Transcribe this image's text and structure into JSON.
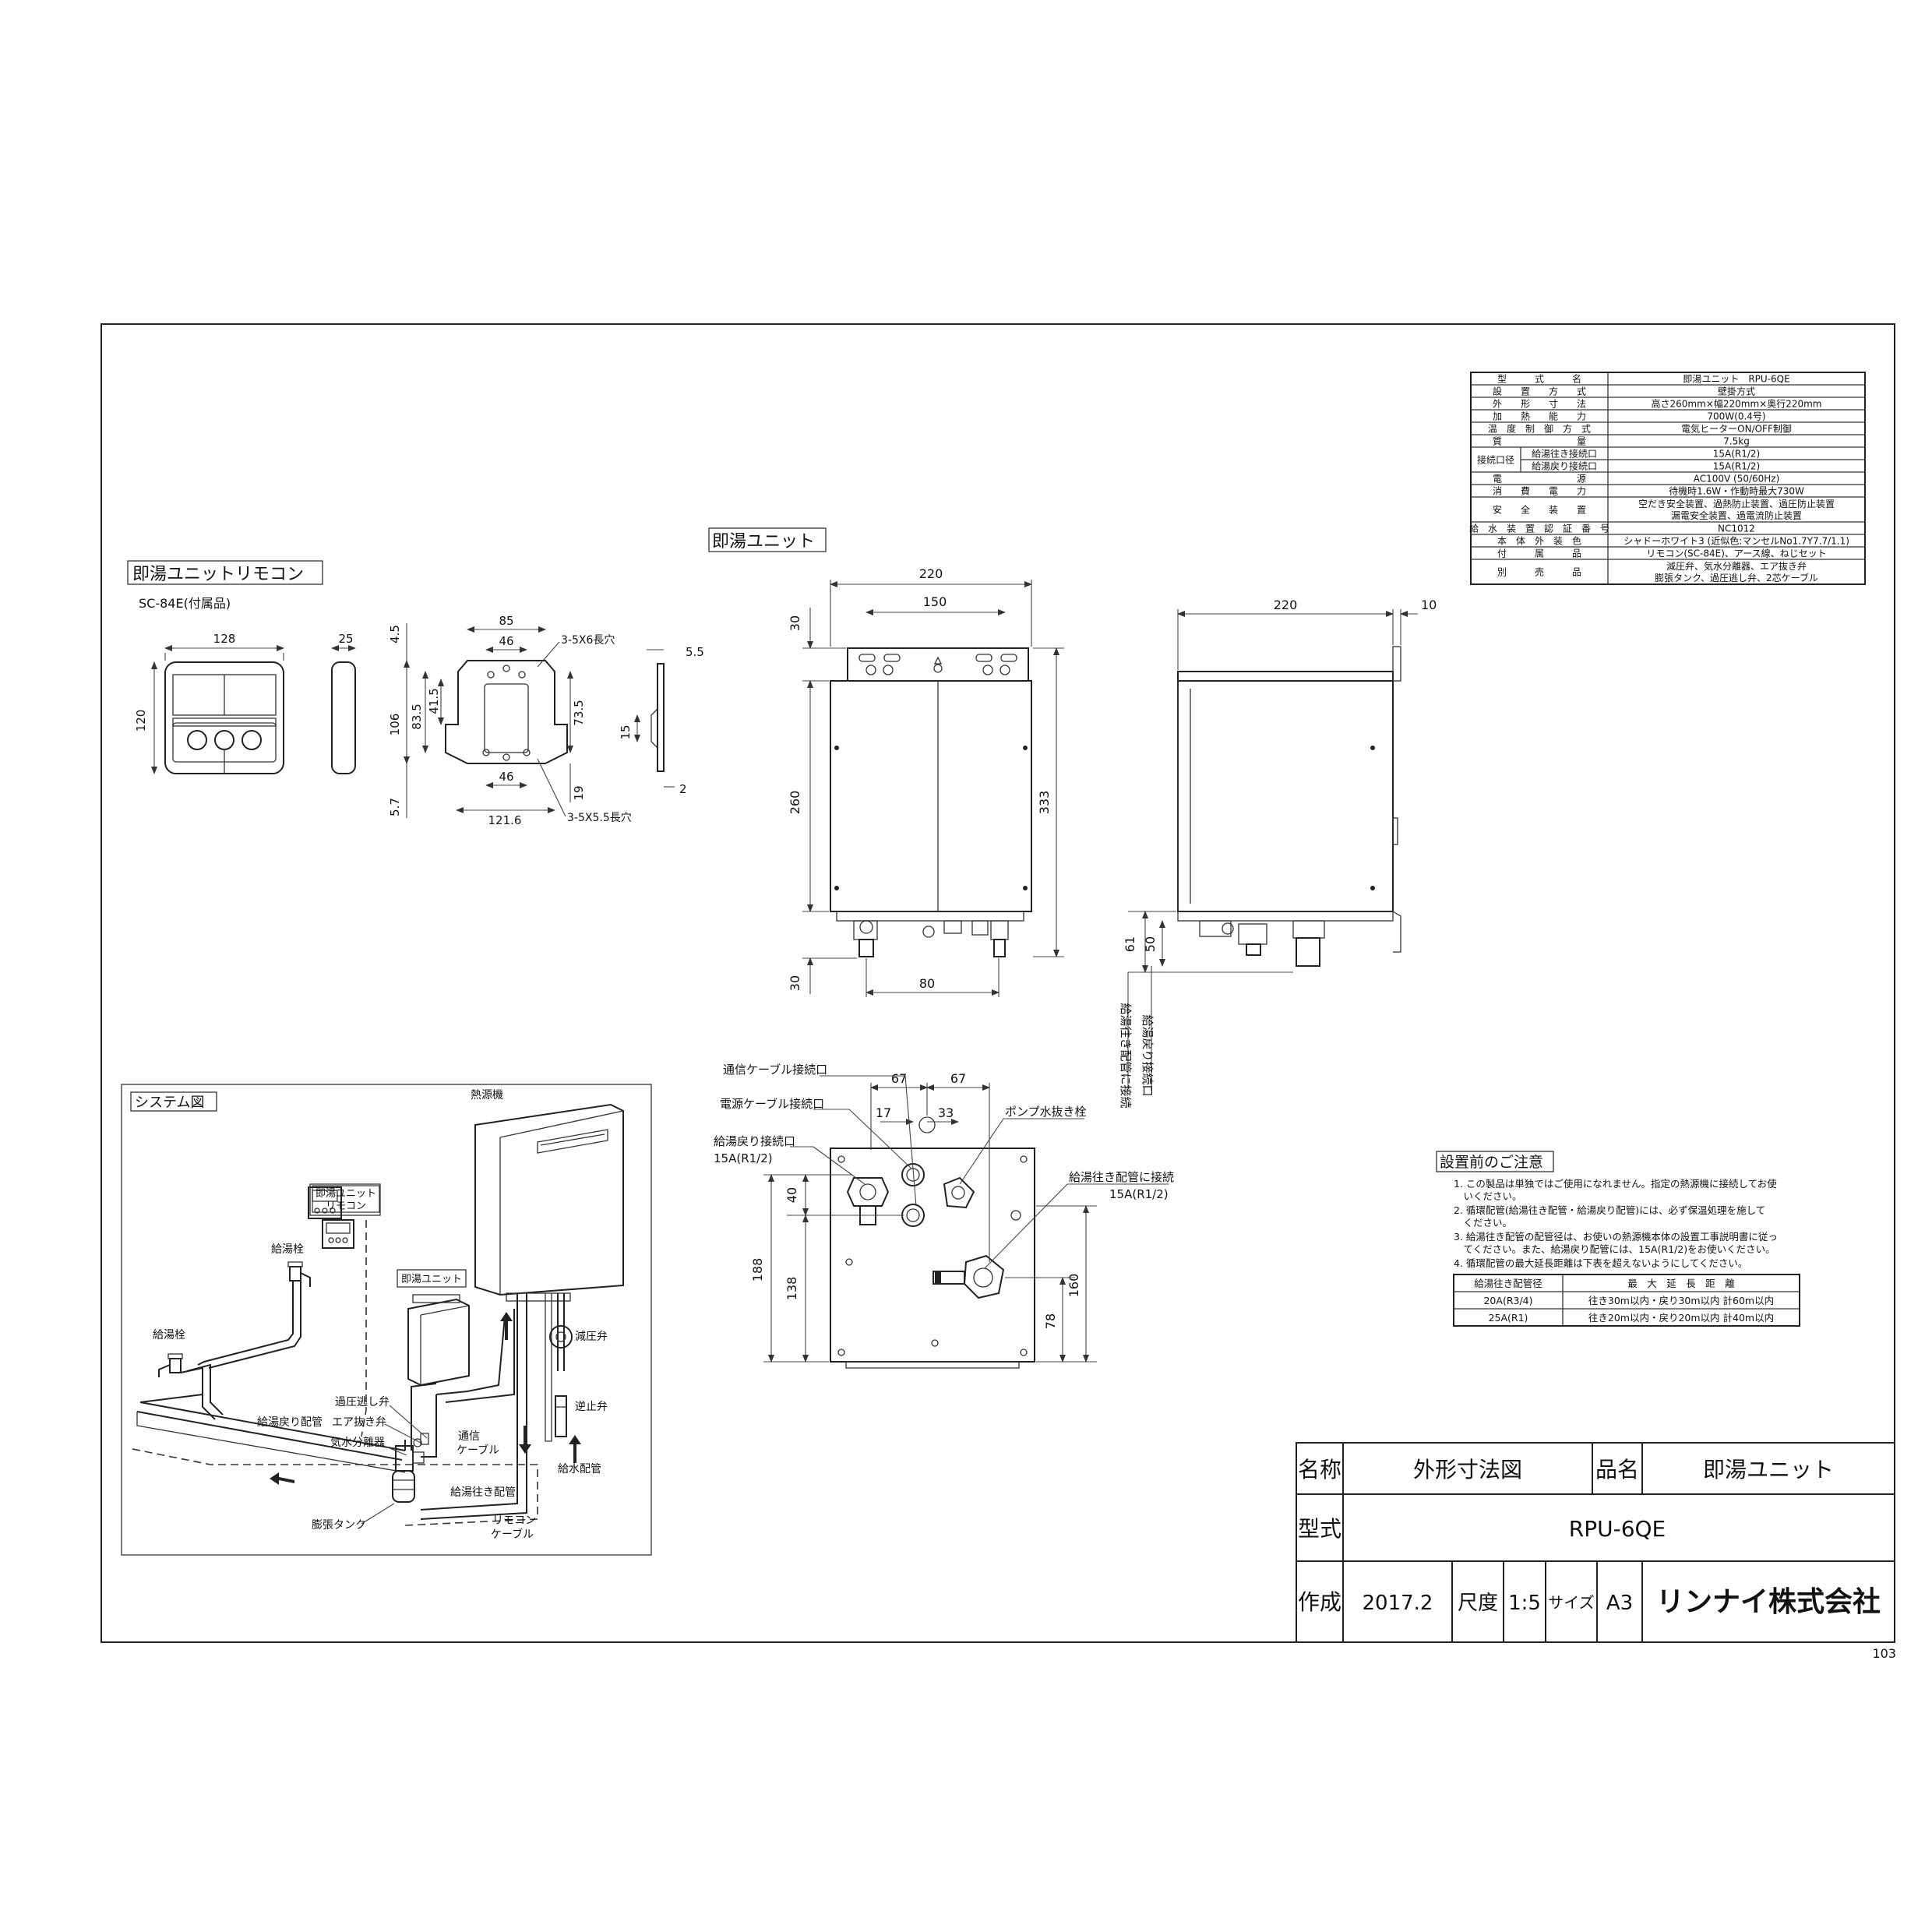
{
  "sheet_number": "103",
  "remote_section": {
    "title": "即湯ユニットリモコン",
    "model_note": "SC-84E(付属品)",
    "dims": {
      "width": "128",
      "height": "120",
      "depth": "25",
      "plate_width": "85",
      "plate_hole_pitch_top": "46",
      "plate_hole_pitch_bottom": "46",
      "plate_height": "106",
      "plate_h1": "83.5",
      "plate_h2": "41.5",
      "plate_h3": "73.5",
      "plate_top": "4.5",
      "plate_bottom": "5.7",
      "plate_width_total": "121.6",
      "plate_side": "19",
      "hole_top": "3-5X6長穴",
      "hole_bottom": "3-5X5.5長穴",
      "side_thick": "5.5",
      "side_h": "15",
      "side_b": "2"
    }
  },
  "unit_section": {
    "title": "即湯ユニット",
    "front_dims": {
      "width": "220",
      "hole_pitch": "150",
      "top": "30",
      "body": "260",
      "total": "333",
      "bottom": "30",
      "pipe_pitch": "80"
    },
    "side_dims": {
      "depth": "220",
      "rear": "10",
      "h61": "61",
      "h50": "50",
      "label_out": "給湯往き配管に接続",
      "label_return": "給湯戻り接続口"
    },
    "bottom_view": {
      "comm_label": "通信ケーブル接続口",
      "power_label": "電源ケーブル接続口",
      "return_label": "給湯戻り接続口",
      "return_size": "15A(R1/2)",
      "drain_label": "ポンプ水抜き栓",
      "out_label": "給湯往き配管に接続",
      "out_size": "15A(R1/2)",
      "dims": {
        "d67a": "67",
        "d67b": "67",
        "d17": "17",
        "d33": "33",
        "d40": "40",
        "d188": "188",
        "d138": "138",
        "d160": "160",
        "d78": "78"
      }
    }
  },
  "system_section": {
    "title": "システム図",
    "labels": {
      "heat_source": "熱源機",
      "remote1": "即湯ユニット",
      "remote2": "リモコン",
      "unit": "即湯ユニット",
      "faucet1": "給湯栓",
      "faucet2": "給湯栓",
      "pressure_reducer": "減圧弁",
      "check_valve": "逆止弁",
      "relief_valve": "過圧逃し弁",
      "air_vent": "エア抜き弁",
      "separator": "気水分離器",
      "return_pipe": "給湯戻り配管",
      "comm_cable1": "通信",
      "comm_cable2": "ケーブル",
      "supply_pipe": "給水配管",
      "outgoing_pipe": "給湯往き配管",
      "expansion_tank": "膨張タンク",
      "remote_cable1": "リモコン",
      "remote_cable2": "ケーブル"
    }
  },
  "spec_table": {
    "rows": [
      {
        "label": "型　　　式　　　名",
        "value": "即湯ユニット　RPU-6QE"
      },
      {
        "label": "設　　置　　方　　式",
        "value": "壁掛方式"
      },
      {
        "label": "外　　形　　寸　　法",
        "value": "高さ260mm×幅220mm×奥行220mm"
      },
      {
        "label": "加　　熱　　能　　力",
        "value": "700W(0.4号)"
      },
      {
        "label": "温　度　制　御　方　式",
        "value": "電気ヒーターON/OFF制御"
      },
      {
        "label": "質　　　　　　　　量",
        "value": "7.5kg"
      },
      {
        "label_group": "接続口径",
        "label": "給湯往き接続口",
        "value": "15A(R1/2)"
      },
      {
        "label_group": "",
        "label": "給湯戻り接続口",
        "value": "15A(R1/2)"
      },
      {
        "label": "電　　　　　　　　源",
        "value": "AC100V (50/60Hz)"
      },
      {
        "label": "消　　費　　電　　力",
        "value": "待機時1.6W・作動時最大730W"
      },
      {
        "label": "安　　全　　装　　置",
        "value": "空だき安全装置、過熱防止装置、過圧防止装置",
        "value2": "漏電安全装置、過電流防止装置"
      },
      {
        "label": "給　水　装　置　認　証　番　号",
        "value": "NC1012"
      },
      {
        "label": "本　体　外　装　色",
        "value": "シャドーホワイト3 (近似色:マンセルNo1.7Y7.7/1.1)"
      },
      {
        "label": "付　　　属　　　品",
        "value": "リモコン(SC-84E)、アース線、ねじセット"
      },
      {
        "label": "別　　　売　　　品",
        "value": "減圧弁、気水分離器、エア抜き弁",
        "value2": "膨張タンク、過圧逃し弁、2芯ケーブル"
      }
    ]
  },
  "notes": {
    "title": "設置前のご注意",
    "items": [
      "1. この製品は単独ではご使用になれません。指定の熱源機に接続してお使",
      "　いください。",
      "2. 循環配管(給湯往き配管・給湯戻り配管)には、必ず保温処理を施して",
      "　ください。",
      "3. 給湯往き配管の配管径は、お使いの熱源機本体の設置工事説明書に従っ",
      "　てください。また、給湯戻り配管には、15A(R1/2)をお使いください。",
      "4. 循環配管の最大延長距離は下表を超えないようにしてください。"
    ],
    "table": {
      "headers": [
        "給湯往き配管径",
        "最　大　延　長　距　離"
      ],
      "rows": [
        [
          "20A(R3/4)",
          "往き30m以内・戻り30m以内 計60m以内"
        ],
        [
          "25A(R1)",
          "往き20m以内・戻り20m以内 計40m以内"
        ]
      ]
    }
  },
  "title_block": {
    "name_label": "名称",
    "name_value": "外形寸法図",
    "product_label": "品名",
    "product_value": "即湯ユニット",
    "model_label": "型式",
    "model_value": "RPU-6QE",
    "created_label": "作成",
    "created_value": "2017.2",
    "scale_label": "尺度",
    "scale_value": "1:5",
    "size_label": "サイズ",
    "size_value": "A3",
    "company": "リンナイ株式会社"
  }
}
